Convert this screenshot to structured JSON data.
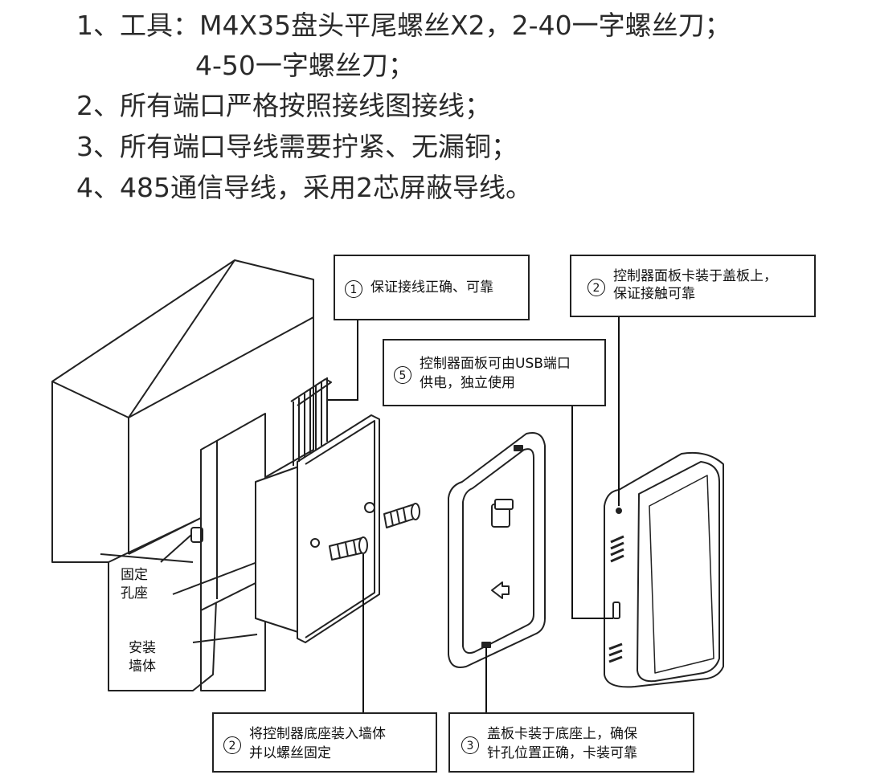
{
  "instructions": [
    {
      "num": "1、",
      "text": "工具：M4X35盘头平尾螺丝X2，2-40一字螺丝刀；"
    },
    {
      "num": "",
      "text": "4-50一字螺丝刀；"
    },
    {
      "num": "2、",
      "text": "所有端口严格按照接线图接线；"
    },
    {
      "num": "3、",
      "text": "所有端口导线需要拧紧、无漏铜；"
    },
    {
      "num": "4、",
      "text": "485通信导线，采用2芯屏蔽导线。"
    }
  ],
  "callouts": [
    {
      "num": "1",
      "lines": [
        "保证接线正确、可靠"
      ]
    },
    {
      "num": "2",
      "lines": [
        "控制器面板卡装于盖板上，",
        "保证接触可靠"
      ]
    },
    {
      "num": "5",
      "lines": [
        "控制器面板可由USB端口",
        "供电，独立使用"
      ]
    },
    {
      "num": "2",
      "lines": [
        "将控制器底座装入墙体",
        "并以螺丝固定"
      ]
    },
    {
      "num": "3",
      "lines": [
        "盖板卡装于底座上，确保",
        "针孔位置正确，卡装可靠"
      ]
    }
  ],
  "labels": {
    "fixing_hole": [
      "固定",
      "孔座"
    ],
    "wall": [
      "安装",
      "墙体"
    ]
  },
  "colors": {
    "line": "#222222",
    "frame_fill": "#ffffff",
    "dark": "#333333"
  }
}
